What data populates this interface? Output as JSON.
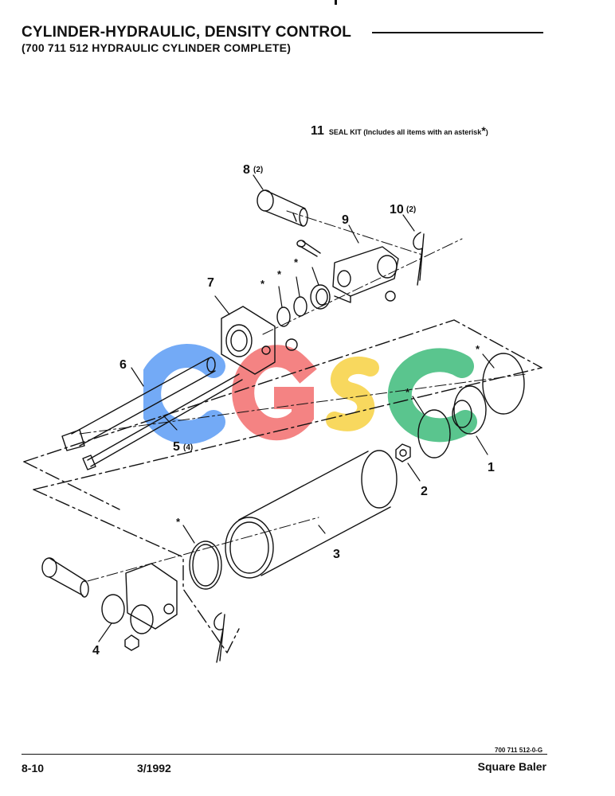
{
  "header": {
    "title": "CYLINDER-HYDRAULIC, DENSITY CONTROL",
    "subtitle": "(700 711 512 HYDRAULIC CYLINDER COMPLETE)"
  },
  "seal_kit": {
    "number": "11",
    "text": "SEAL KIT (Includes all items with an asterisk",
    "asterisk": "*",
    "close": ")"
  },
  "callouts": [
    {
      "id": "1",
      "label": "1",
      "qty": ""
    },
    {
      "id": "2",
      "label": "2",
      "qty": ""
    },
    {
      "id": "3",
      "label": "3",
      "qty": ""
    },
    {
      "id": "4",
      "label": "4",
      "qty": ""
    },
    {
      "id": "5",
      "label": "5",
      "qty": "(4)"
    },
    {
      "id": "6",
      "label": "6",
      "qty": ""
    },
    {
      "id": "7",
      "label": "7",
      "qty": ""
    },
    {
      "id": "8",
      "label": "8",
      "qty": "(2)"
    },
    {
      "id": "9",
      "label": "9",
      "qty": ""
    },
    {
      "id": "10",
      "label": "10",
      "qty": "(2)"
    }
  ],
  "asterisk_mark": "*",
  "watermark": {
    "letters": [
      "C",
      "G",
      "S",
      "C"
    ],
    "colors": [
      "#5b9bf5",
      "#f26d6d",
      "#f7d44c",
      "#3dbb7a"
    ]
  },
  "footer": {
    "ref_code": "700 711 512-0-G",
    "page": "8-10",
    "date": "3/1992",
    "product": "Square Baler"
  }
}
